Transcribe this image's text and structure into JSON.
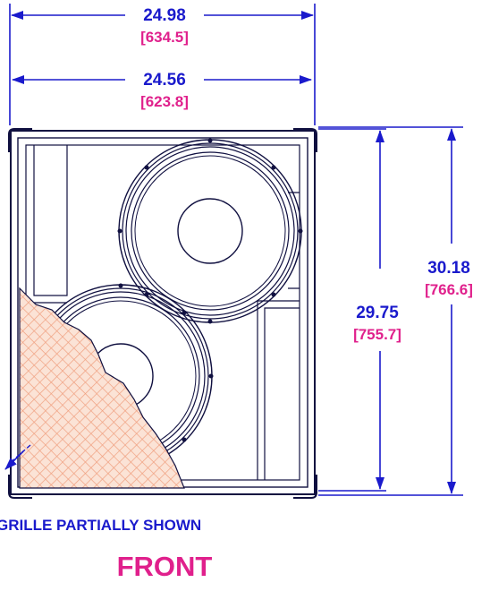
{
  "dimensions": {
    "overall_width_in": "24.98",
    "overall_width_mm": "[634.5]",
    "cabinet_width_in": "24.56",
    "cabinet_width_mm": "[623.8]",
    "cabinet_height_in": "29.75",
    "cabinet_height_mm": "[755.7]",
    "overall_height_in": "30.18",
    "overall_height_mm": "[766.6]"
  },
  "notes": {
    "grille": "GRILLE PARTIALLY SHOWN"
  },
  "view_label": "FRONT",
  "colors": {
    "dimension_text": "#1a1acc",
    "metric_text": "#e0208c",
    "grille_mesh": "#f0a080",
    "outline": "#101040"
  }
}
